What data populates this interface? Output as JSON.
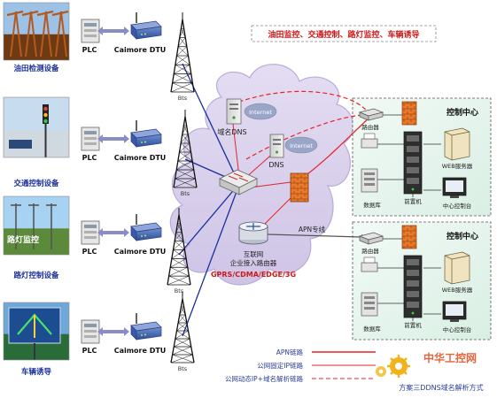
{
  "title": "油田监控、交通控制、路灯监控、车辆诱导",
  "devices": [
    {
      "name": "油田检测设备",
      "plc": "PLC",
      "dtu": "Caimore DTU",
      "bts": "Bts"
    },
    {
      "name": "交通控制设备",
      "plc": "PLC",
      "dtu": "Caimore DTU",
      "bts": "Bts"
    },
    {
      "name": "路灯控制设备",
      "plc": "PLC",
      "dtu": "Caimore DTU",
      "bts": "Bts"
    },
    {
      "name": "车辆诱导",
      "plc": "PLC",
      "dtu": "Caimore DTU",
      "bts": "Bts"
    }
  ],
  "photo_caption_streetlight": "路灯监控",
  "cloud": {
    "domain_dns": "域名DNS",
    "dns": "DNS",
    "internet_1": "Internet",
    "internet_2": "Internet",
    "router_label": "互联网",
    "router_sublabel": "企业接入路由器",
    "network_types": "GPRS/CDMA/EDGE/3G"
  },
  "apn_label": "APN专线",
  "control_centers": [
    {
      "title": "控制中心",
      "router": "路由器",
      "web_server": "WEB服务器",
      "frontend": "前置机",
      "database": "数据库",
      "console": "中心控制台"
    },
    {
      "title": "控制中心",
      "router": "路由器",
      "web_server": "WEB服务器",
      "frontend": "前置机",
      "database": "数据库",
      "console": "中心控制台"
    }
  ],
  "legend": [
    {
      "label": "APN链路",
      "color": "#e8202a",
      "style": "solid"
    },
    {
      "label": "公网固定IP链路",
      "color": "#e8202a",
      "style": "solid-thin"
    },
    {
      "label": "公网动态IP+域名解析链路",
      "color": "#e8202a",
      "style": "dashed"
    }
  ],
  "footer_caption": "方案三DDNS域名解析方式",
  "watermark": "中华工控网"
}
